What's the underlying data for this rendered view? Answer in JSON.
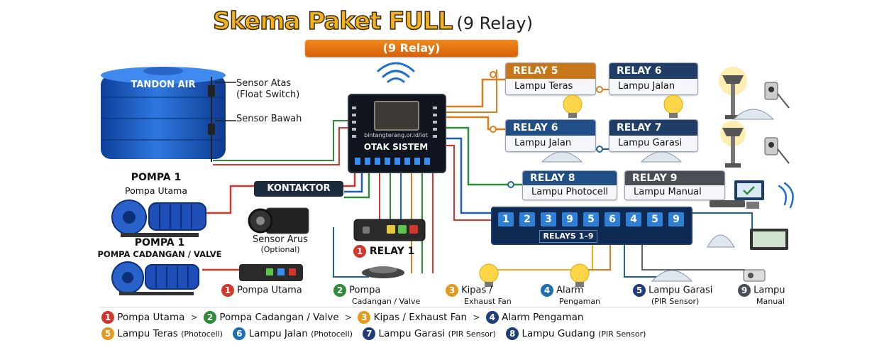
{
  "title": {
    "main": "Skema Paket FULL",
    "sub": "(9 Relay)",
    "ribbon": "(9 Relay)"
  },
  "tank": {
    "label": "TANDON AIR",
    "sensor_top": "Sensor Atas",
    "sensor_top_note": "(Float Switch)",
    "sensor_bottom": "Sensor Bawah"
  },
  "pump1": {
    "title": "POMPA 1",
    "subtitle": "Pompa Utama"
  },
  "pump2": {
    "title": "POMPA 1",
    "subtitle": "POMPA CADANGAN / VALVE"
  },
  "kontaktor": "KONTAKTOR",
  "sensor_arus": {
    "title": "Sensor Arus",
    "note": "(Optional)"
  },
  "otak": {
    "url": "bintangterang.or.id/iot",
    "name": "OTAK SISTEM"
  },
  "relay1": {
    "num": "1",
    "label": "RELAY 1"
  },
  "relay_cards": [
    {
      "head": "RELAY 5",
      "body": "Lampu Teras",
      "color": "#c8761a"
    },
    {
      "head": "RELAY 6",
      "body": "Lampu Jalan",
      "color": "#1f3d66"
    },
    {
      "head": "RELAY 6",
      "body": "Lampu Jalan",
      "color": "#1f4f86"
    },
    {
      "head": "RELAY 7",
      "body": "Lampu Garasi",
      "color": "#1f3d66"
    },
    {
      "head": "RELAY 8",
      "body": "Lampu Photocell",
      "color": "#1f4f86"
    },
    {
      "head": "RELAY 9",
      "body": "Lampu Manual",
      "color": "#4a4f57"
    }
  ],
  "relays_board": {
    "cells": [
      "1",
      "2",
      "3",
      "9",
      "5",
      "6",
      "4",
      "5",
      "9"
    ],
    "label": "RELAYS 1–9"
  },
  "bottom_items": [
    {
      "num": "1",
      "label": "Pompa Utama",
      "color": "#d3372b"
    },
    {
      "num": "2",
      "label": "Pompa",
      "sub": "Cadangan / Valve",
      "color": "#2e8b3a"
    },
    {
      "num": "3",
      "label": "Kipas /",
      "sub": "Exhaust Fan",
      "color": "#e59a1d"
    },
    {
      "num": "4",
      "label": "Alarm",
      "sub": "Pengaman",
      "color": "#1f6fb5"
    },
    {
      "num": "5",
      "label": "Lampu Garasi",
      "sub": "(PIR Sensor)",
      "color": "#1f3d7a"
    },
    {
      "num": "9",
      "label": "Lampu",
      "sub": "Manual",
      "color": "#4a4f57"
    }
  ],
  "legend_row1": [
    {
      "num": "1",
      "label": "Pompa Utama",
      "color": "#d3372b"
    },
    {
      "num": "2",
      "label": "Pompa Cadangan / Valve",
      "color": "#2e8b3a"
    },
    {
      "num": "3",
      "label": "Kipas / Exhaust Fan",
      "color": "#e59a1d"
    },
    {
      "num": "4",
      "label": "Alarm Pengaman",
      "color": "#1f3d7a"
    }
  ],
  "legend_row2": [
    {
      "num": "5",
      "label": "Lampu Teras",
      "note": "(Photocell)",
      "color": "#e59a1d"
    },
    {
      "num": "6",
      "label": "Lampu Jalan",
      "note": "(Photocell)",
      "color": "#1f6fb5"
    },
    {
      "num": "7",
      "label": "Lampu Garasi",
      "note": "(PIR Sensor)",
      "color": "#1f3d7a"
    },
    {
      "num": "8",
      "label": "Lampu Gudang",
      "note": "(PIR Sensor)",
      "color": "#1f3d7a"
    }
  ],
  "legend_separator": ">",
  "colors": {
    "red_wire": "#d3372b",
    "green_wire": "#2e8b3a",
    "blue_wire": "#1f5fb0",
    "orange_wire": "#e07b1a",
    "yellow_wire": "#e8b21a"
  }
}
